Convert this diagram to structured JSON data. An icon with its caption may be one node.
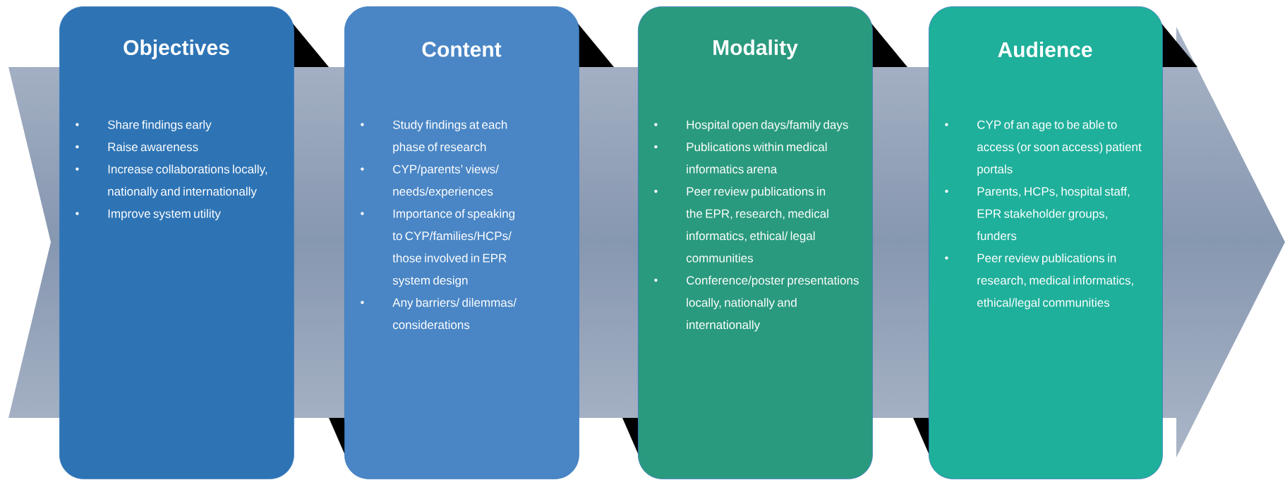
{
  "diagram": {
    "nodes": [
      {
        "text": [
          "Objectives",
          "Share findings early",
          "Raise awareness",
          "Increase collaborations locally, nationally and internationally",
          "Improve system utility"
        ]
      },
      {
        "text": [
          "Content",
          "Study findings at each phase of research",
          "CYP/parents’ views/ needs/experiences",
          "Importance of speaking to CYP/families/HCPs/ those involved in EPR system design",
          "Any barriers/ dilemmas/ considerations"
        ]
      },
      {
        "text": [
          "Modality",
          "Hospital open days/family days",
          "Publications within medical informatics arena",
          "Peer review publications in  the EPR, research, medical informatics, ethical/ legal communities",
          "Conference/poster presentations locally, nationally and internationally"
        ]
      },
      {
        "text": [
          "Audience",
          "CYP of an age to be able to access (or soon access) patient portals",
          "Parents, HCPs, hospital staff,  EPR stakeholder groups, funders",
          "Peer review publications in research, medical informatics, ethical/legal communities"
        ]
      }
    ]
  }
}
